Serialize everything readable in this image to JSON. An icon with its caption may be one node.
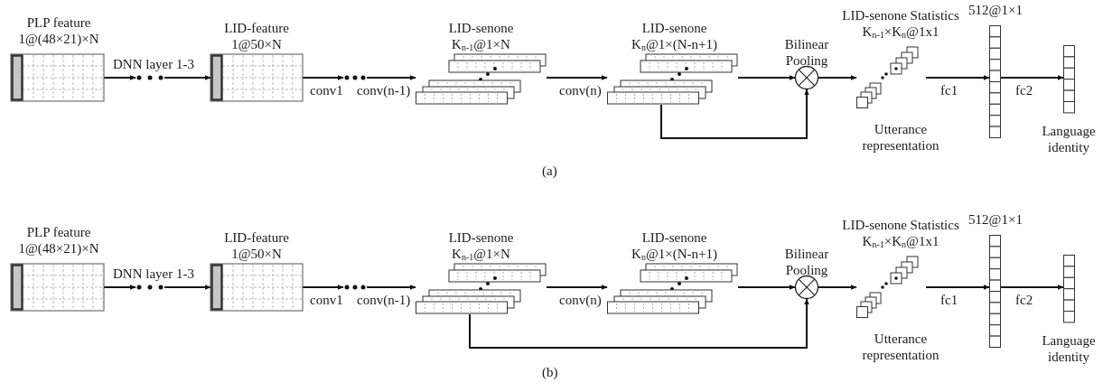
{
  "diagram": {
    "nodes": [
      {
        "text": [
          "PLP feature",
          "1@(48×21)×N"
        ]
      },
      {
        "text": [],
        "shape": "ellipsis"
      },
      {
        "text": [
          "LID-feature",
          "1@50×N"
        ]
      },
      {
        "text": [],
        "shape": "ellipsis"
      },
      {
        "text": [
          "LID-senone",
          "K$_{n-1}$@1×N"
        ]
      },
      {
        "text": [
          "LID-senone",
          "K$_{n}$@1×(N-n+1)"
        ]
      },
      {
        "text": [
          "Bilinear Pooling"
        ]
      },
      {
        "text": [
          "LID-senone Statistics",
          "K$_{n-1}$×K$_{n}$@1x1",
          "Utterance representation"
        ]
      },
      {
        "text": [
          "512@1×1"
        ]
      },
      {
        "text": [
          "Language identity"
        ]
      },
      {
        "text": [
          "PLP feature",
          "1@(48×21)×N"
        ]
      },
      {
        "text": [],
        "shape": "ellipsis"
      },
      {
        "text": [
          "LID-feature",
          "1@50×N"
        ]
      },
      {
        "text": [],
        "shape": "ellipsis"
      },
      {
        "text": [
          "LID-senone",
          "K$_{n-1}$@1×N"
        ]
      },
      {
        "text": [
          "LID-senone",
          "K$_{n}$@1×(N-n+1)"
        ]
      },
      {
        "text": [
          "Bilinear Pooling"
        ]
      },
      {
        "text": [
          "LID-senone Statistics",
          "K$_{n-1}$×K$_{n}$@1x1",
          "Utterance representation"
        ]
      },
      {
        "text": [
          "512@1×1"
        ]
      },
      {
        "text": [
          "Language identity"
        ]
      }
    ],
    "edges": [
      {
        "from": 0,
        "to": 1,
        "arrow": "to",
        "label": "DNN layer 1-3"
      },
      {
        "from": 1,
        "to": 2,
        "arrow": "to"
      },
      {
        "from": 2,
        "to": 3,
        "arrow": "to",
        "label": "conv1"
      },
      {
        "from": 3,
        "to": 4,
        "arrow": "to",
        "label": "conv(n-1)"
      },
      {
        "from": 4,
        "to": 5,
        "arrow": "to",
        "label": "conv(n)"
      },
      {
        "from": 5,
        "to": 6,
        "arrow": "to"
      },
      {
        "from": 5,
        "to": 6,
        "arrow": "to"
      },
      {
        "from": 6,
        "to": 7,
        "arrow": "to"
      },
      {
        "from": 7,
        "to": 8,
        "arrow": "to",
        "label": "fc1"
      },
      {
        "from": 8,
        "to": 9,
        "arrow": "to",
        "label": "fc2"
      },
      {
        "from": 10,
        "to": 11,
        "arrow": "to",
        "label": "DNN layer 1-3"
      },
      {
        "from": 11,
        "to": 12,
        "arrow": "to"
      },
      {
        "from": 12,
        "to": 13,
        "arrow": "to",
        "label": "conv1"
      },
      {
        "from": 13,
        "to": 14,
        "arrow": "to",
        "label": "conv(n-1)"
      },
      {
        "from": 14,
        "to": 15,
        "arrow": "to",
        "label": "conv(n)"
      },
      {
        "from": 15,
        "to": 16,
        "arrow": "to"
      },
      {
        "from": 14,
        "to": 16,
        "arrow": "to"
      },
      {
        "from": 16,
        "to": 17,
        "arrow": "to"
      },
      {
        "from": 17,
        "to": 18,
        "arrow": "to",
        "label": "fc1"
      },
      {
        "from": 18,
        "to": 19,
        "arrow": "to",
        "label": "fc2"
      }
    ],
    "labels": [
      "(a)",
      "(b)"
    ]
  }
}
